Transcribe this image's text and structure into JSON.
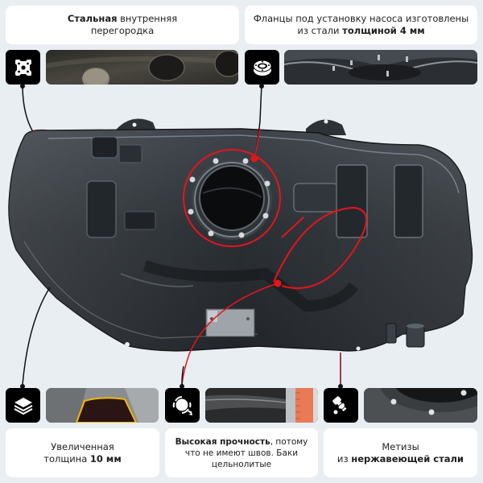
{
  "features": {
    "top_left": {
      "title_bold": "Стальная",
      "title_rest": " внутренняя",
      "line2": "перегородка",
      "icon": "partition-plate-icon"
    },
    "top_right": {
      "line1": "Фланцы под установку насоса изготовлены",
      "line2_pre": "из стали ",
      "line2_bold": "толщиной 4 мм",
      "icon": "pump-flange-icon"
    },
    "bottom_left": {
      "line1": "Увеличенная",
      "line2_pre": "толщина ",
      "line2_bold": "10 мм",
      "icon": "layers-icon"
    },
    "bottom_center": {
      "line1_bold": "Высокая прочность",
      "line1_rest": ", потому",
      "line2": "что не имеют швов. Баки",
      "line3": "цельнолитые",
      "icon": "seamless-weld-icon"
    },
    "bottom_right": {
      "line1": "Метизы",
      "line2_pre": "из ",
      "line2_bold": "нержавеющей стали",
      "icon": "bolt-icon"
    }
  },
  "colors": {
    "background": "#e9eef3",
    "card": "#ffffff",
    "accent_red": "#e8141b",
    "icon_bg": "#000000",
    "tank": "#2b3035",
    "highlight_yellow": "#f2b705",
    "ruler_orange": "#e97a55"
  }
}
